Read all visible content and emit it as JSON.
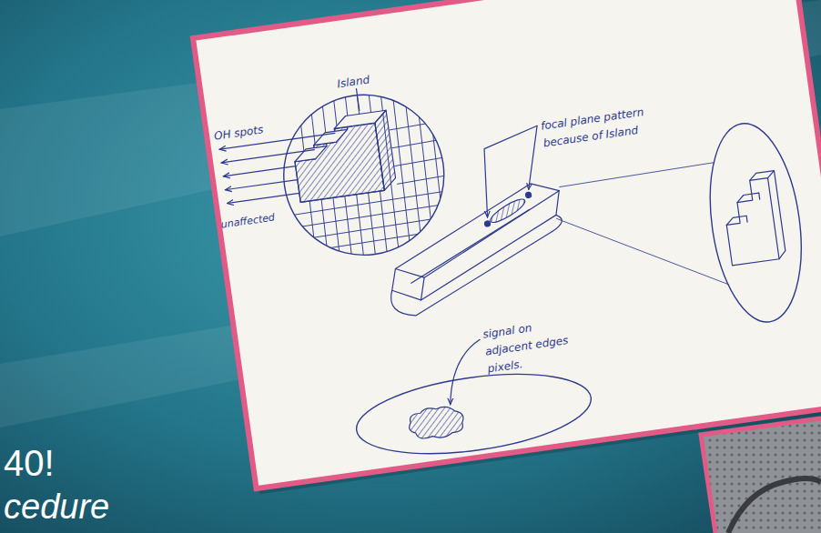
{
  "diagram": {
    "labels": [
      "OH spots",
      "Island",
      "unaffected",
      "focal plane pattern because of Island",
      "signal on adjacent edges pixels.",
      "40!",
      "cedure"
    ]
  }
}
